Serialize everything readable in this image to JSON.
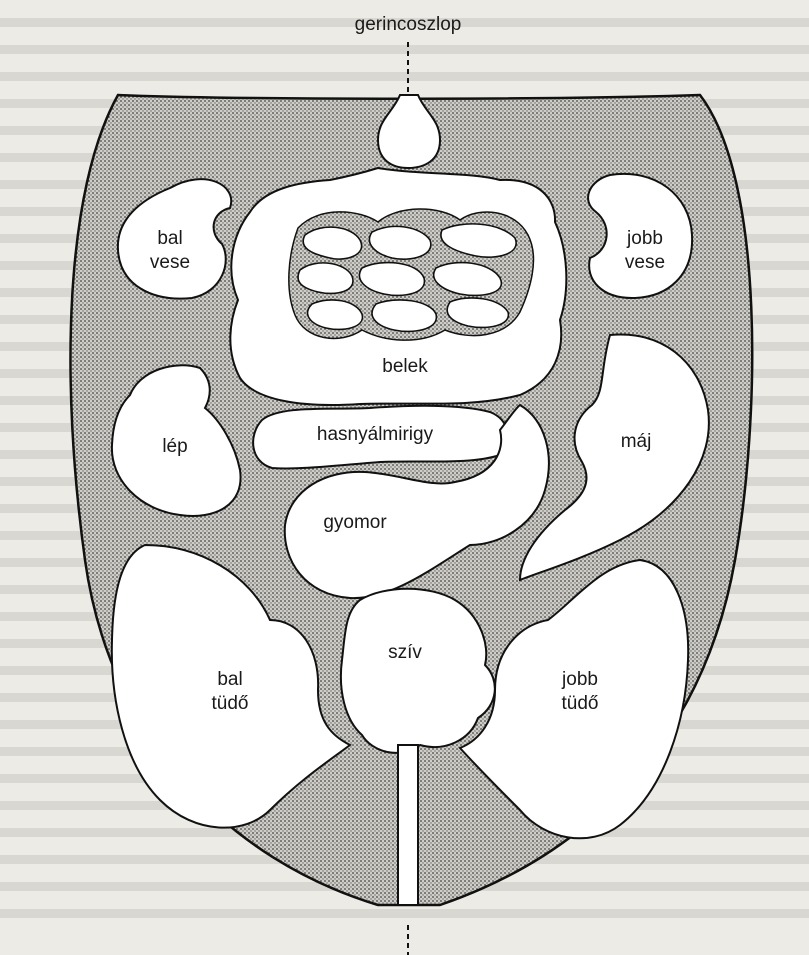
{
  "diagram": {
    "labels": {
      "spine": "gerincoszlop",
      "left_kidney_line1": "bal",
      "left_kidney_line2": "vese",
      "right_kidney_line1": "jobb",
      "right_kidney_line2": "vese",
      "intestines": "belek",
      "spleen": "lép",
      "pancreas": "hasnyálmirigy",
      "liver": "máj",
      "stomach": "gyomor",
      "heart": "szív",
      "left_lung_line1": "bal",
      "left_lung_line2": "tüdő",
      "right_lung_line1": "jobb",
      "right_lung_line2": "tüdő"
    },
    "colors": {
      "page": "#ecebe6",
      "body_cavity": "#b9b7b1",
      "organ_fill": "#ffffff",
      "outline": "#111111"
    }
  }
}
